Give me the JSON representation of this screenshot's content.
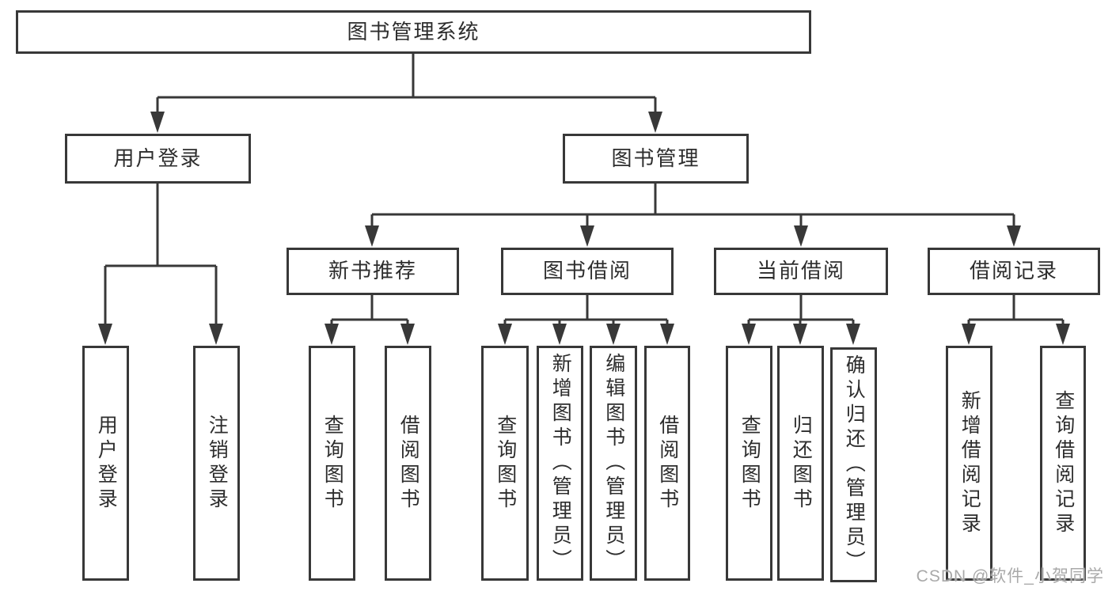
{
  "diagram": {
    "type": "tree",
    "colors": {
      "line": "#383838",
      "box_border": "#383838",
      "box_fill": "#ffffff",
      "text": "#2d2d2d",
      "watermark_text": "#a9a9a9",
      "background": "#ffffff"
    },
    "nodes": {
      "root": {
        "label": "图书管理系统"
      },
      "user_login": {
        "label": "用户登录"
      },
      "book_mgmt": {
        "label": "图书管理"
      },
      "new_book_rec": {
        "label": "新书推荐"
      },
      "book_borrow": {
        "label": "图书借阅"
      },
      "current_borrow": {
        "label": "当前借阅"
      },
      "borrow_record": {
        "label": "借阅记录"
      },
      "leaf_user_login": {
        "label": "用户登录"
      },
      "leaf_logout": {
        "label": "注销登录"
      },
      "leaf_query_book_1": {
        "label": "查询图书"
      },
      "leaf_borrow_book_1": {
        "label": "借阅图书"
      },
      "leaf_query_book_2": {
        "label": "查询图书"
      },
      "leaf_add_book": {
        "label": "新增图书（管理员）"
      },
      "leaf_edit_book": {
        "label": "编辑图书（管理员）"
      },
      "leaf_borrow_book_2": {
        "label": "借阅图书"
      },
      "leaf_query_book_3": {
        "label": "查询图书"
      },
      "leaf_return_book": {
        "label": "归还图书"
      },
      "leaf_confirm_return": {
        "label": "确认归还（管理员）"
      },
      "leaf_add_borrow_record": {
        "label": "新增借阅记录"
      },
      "leaf_query_borrow_record": {
        "label": "查询借阅记录"
      }
    },
    "hierarchy": {
      "root": [
        "user_login",
        "book_mgmt"
      ],
      "user_login": [
        "leaf_user_login",
        "leaf_logout"
      ],
      "book_mgmt": [
        "new_book_rec",
        "book_borrow",
        "current_borrow",
        "borrow_record"
      ],
      "new_book_rec": [
        "leaf_query_book_1",
        "leaf_borrow_book_1"
      ],
      "book_borrow": [
        "leaf_query_book_2",
        "leaf_add_book",
        "leaf_edit_book",
        "leaf_borrow_book_2"
      ],
      "current_borrow": [
        "leaf_query_book_3",
        "leaf_return_book",
        "leaf_confirm_return"
      ],
      "borrow_record": [
        "leaf_add_borrow_record",
        "leaf_query_borrow_record"
      ]
    },
    "watermark": "CSDN @软件_小贺同学"
  }
}
